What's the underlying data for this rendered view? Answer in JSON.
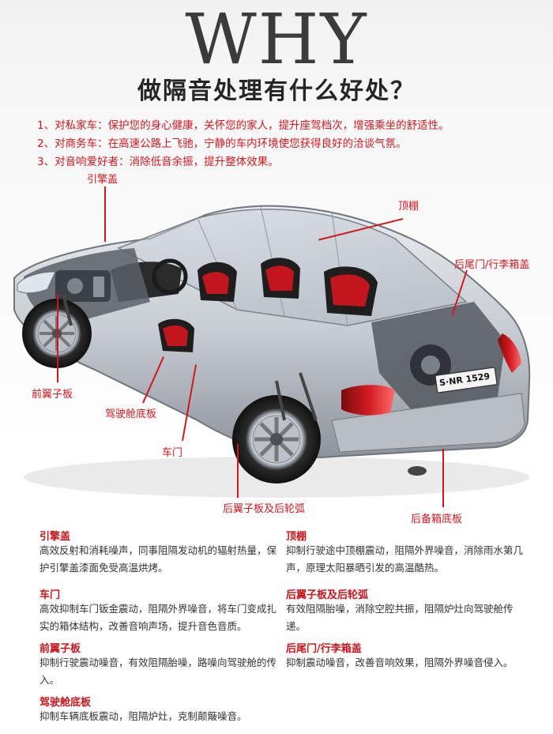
{
  "hero": {
    "title": "WHY",
    "headline": "做隔音处理有什么好处？"
  },
  "benefits": [
    "1、对私家车：保护您的身心健康，关怀您的家人，提升座驾档次，增强乘坐的舒适性。",
    "2、对商务车：在高速公路上飞驰，宁静的车内环境使您获得良好的洽谈气氛。",
    "3、对音响爱好者：消除低音余振，提升整体效果。"
  ],
  "car": {
    "plate": "S·NR 1529"
  },
  "callouts": {
    "hood": "引擎盖",
    "roof": "顶棚",
    "trunk": "后尾门/行李箱盖",
    "front_fender": "前翼子板",
    "cabin_floor": "驾驶舱底板",
    "door": "车门",
    "rear_fender": "后翼子板及后轮弧",
    "spare_floor": "后备箱底板"
  },
  "details": {
    "hood": {
      "title": "引擎盖",
      "body": "高效反射和消耗噪声，同事阻隔发动机的辐射热量，保护引擎盖漆面免受高温烘烤。"
    },
    "door": {
      "title": "车门",
      "body": "高效抑制车门钣金震动，阻隔外界噪音，将车门变成扎实的箱体结构，改善音响声场，提升音色音质。"
    },
    "front_fender": {
      "title": "前翼子板",
      "body": "抑制行驶震动噪音，有效阻隔胎噪，路噪向驾驶舱的传入。"
    },
    "cabin_floor": {
      "title": "驾驶舱底板",
      "body": "抑制车辆底板震动，阻隔炉灶，克制颠簸噪音。"
    },
    "roof": {
      "title": "顶棚",
      "body": "抑制行驶途中顶棚震动，阻隔外界噪音，消除雨水第几声，原理太阳暴晒引发的高温酷热。"
    },
    "rear_fender": {
      "title": "后翼子板及后轮弧",
      "body": "有效阻隔胎噪，消除空腔共振，阻隔炉灶向驾驶舱传递。"
    },
    "trunk": {
      "title": "后尾门/行李箱盖",
      "body": "抑制震动噪音，改善音响效果，阻隔外界噪音侵入。"
    }
  }
}
